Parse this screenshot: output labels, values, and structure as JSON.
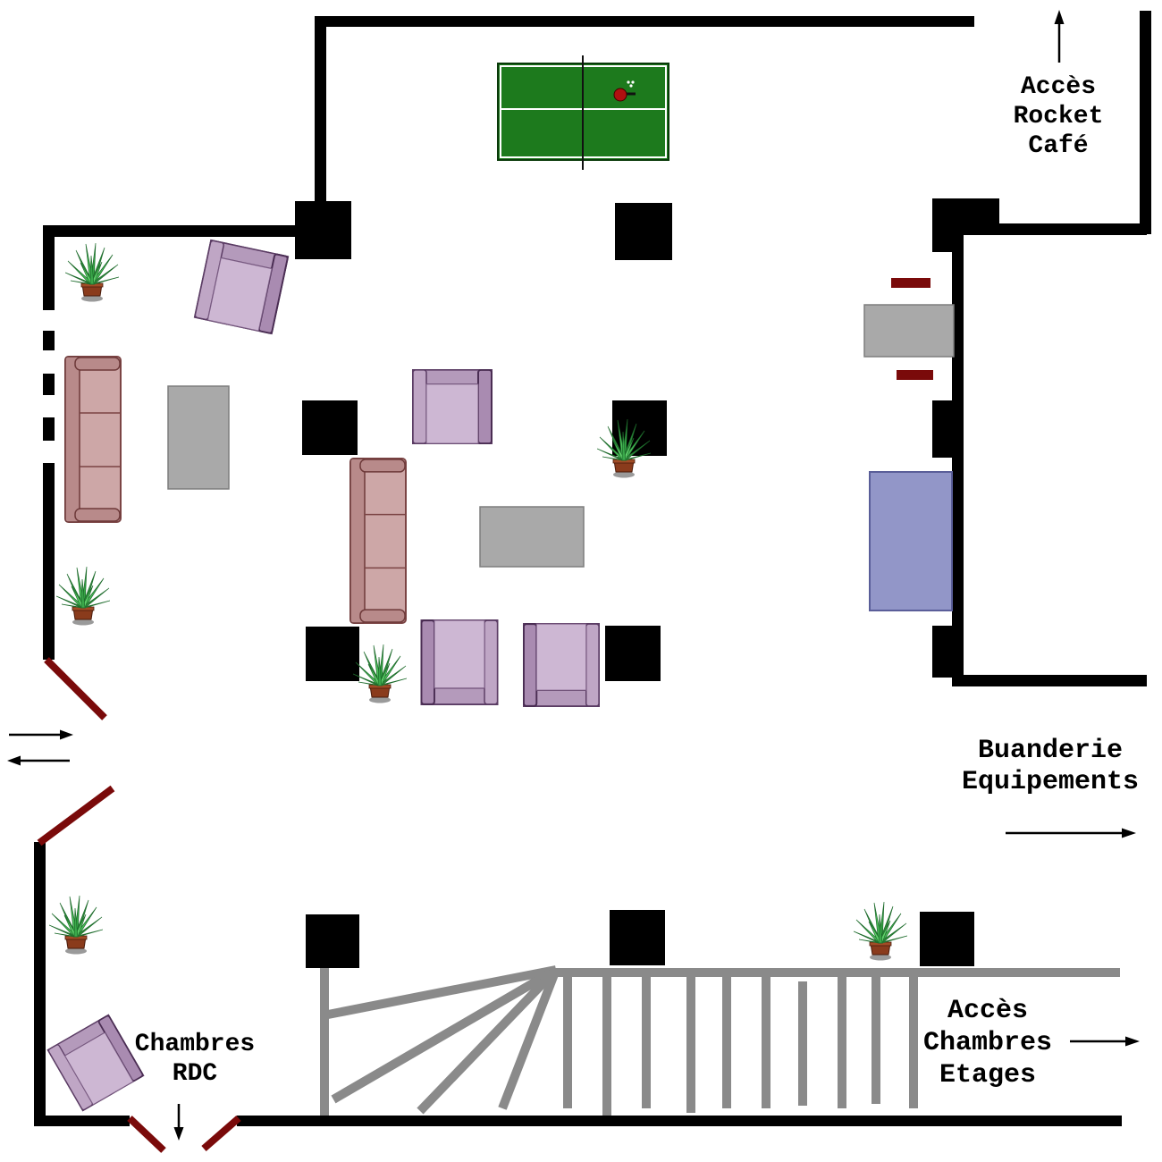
{
  "plan": {
    "labels": {
      "rocket_cafe": [
        "Accès",
        "Rocket",
        "Café"
      ],
      "buanderie": [
        "Buanderie",
        "Equipements"
      ],
      "chambres_etages": [
        "Accès",
        "Chambres",
        "Etages"
      ],
      "chambres_rdc": [
        "Chambres",
        "RDC"
      ]
    }
  },
  "icons": {
    "plant": "potted-plant-icon",
    "armchair": "armchair-icon",
    "sofa": "sofa-icon",
    "ping_pong": "ping-pong-table-icon",
    "arrow": "arrow-icon"
  },
  "colors": {
    "wall": "#000000",
    "door": "#7a0a0a",
    "stairs": "#8a8a8a",
    "ping_pong_table": "#1d7a1d",
    "table": "#a9a9a9",
    "blue_table": "#9296c8",
    "armchair": "#cdb7d3",
    "sofa": "#cda7a7",
    "plant": "#35a545",
    "pot": "#8a3b1c"
  }
}
